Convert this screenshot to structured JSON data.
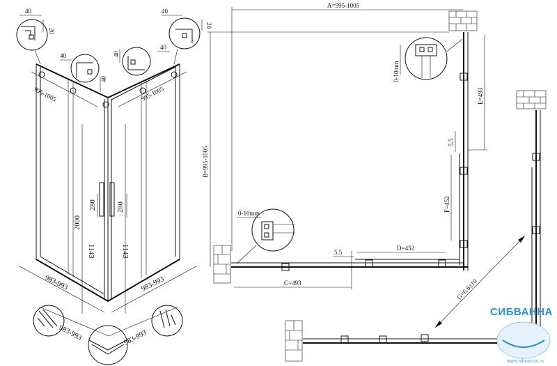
{
  "iso": {
    "detail_tl": {
      "w": "40",
      "h": "20"
    },
    "detail_tr": {
      "w": "40",
      "h": "20"
    },
    "detail_ml": {
      "w": "40",
      "h": "40"
    },
    "detail_mr": {
      "w": "40",
      "h": "40"
    },
    "width_left": "995-1005",
    "width_right": "995-1005",
    "height": "2000",
    "handle_left": "280",
    "handle_right": "280",
    "lower_left": "1143",
    "lower_right": "1143",
    "base_left": "983-993",
    "base_right": "983-993",
    "bottom_left": "983-993",
    "bottom_right": "983-993"
  },
  "plan": {
    "dim_a": "A=995-1005",
    "dim_b": "B=995-1005",
    "dim_c": "C=493",
    "dim_d": "D=452",
    "dim_e": "E=493",
    "dim_f": "F=452",
    "gap_left": "5.5",
    "gap_right": "5.5",
    "adjust_left": "0-10mm",
    "adjust_right": "0-10mm",
    "diagonal": "G=6.6±10"
  },
  "logo": {
    "name": "СИБВАННА",
    "url": "www.sibvanna.ru",
    "color": "#2b8fd6"
  }
}
